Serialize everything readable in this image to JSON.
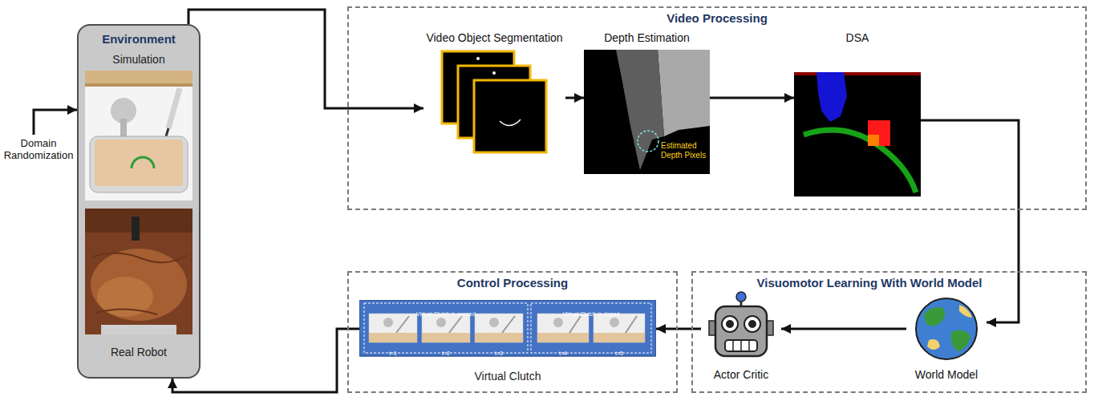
{
  "diagram": {
    "nodes": [
      {
        "text": [
          "Environment",
          "Simulation",
          "Real Robot"
        ]
      },
      {
        "text": [
          "Video Processing"
        ]
      },
      {
        "text": [
          "Video Object Segmentation"
        ],
        "in": 1
      },
      {
        "text": [
          "Depth Estimation",
          "Estimated Depth Pixels"
        ],
        "in": 1
      },
      {
        "text": [
          "DSA"
        ],
        "in": 1
      },
      {
        "text": [
          "Control Processing"
        ]
      },
      {
        "text": [
          "Virtual Clutch is opened",
          "t=1",
          "t=2",
          "t=3",
          "Virtual Clutch is closed",
          "t=4",
          "t=5",
          "Virtual Clutch"
        ],
        "in": 5
      },
      {
        "text": [
          "Visuomotor Learning With World Model"
        ]
      },
      {
        "text": [
          "Actor Critic"
        ],
        "in": 7
      },
      {
        "text": [
          "World Model"
        ],
        "in": 7
      }
    ],
    "edges": [
      {
        "from": 0,
        "to": 2,
        "arrow": "to"
      },
      {
        "from": 2,
        "to": 3,
        "arrow": "to"
      },
      {
        "from": 3,
        "to": 4,
        "arrow": "to"
      },
      {
        "from": 4,
        "to": 9,
        "arrow": "to"
      },
      {
        "from": 9,
        "to": 8,
        "arrow": "to"
      },
      {
        "from": 8,
        "to": 6,
        "arrow": "to"
      },
      {
        "from": 6,
        "to": 0,
        "arrow": "to"
      }
    ],
    "labels": [
      "Domain Randomization"
    ]
  }
}
